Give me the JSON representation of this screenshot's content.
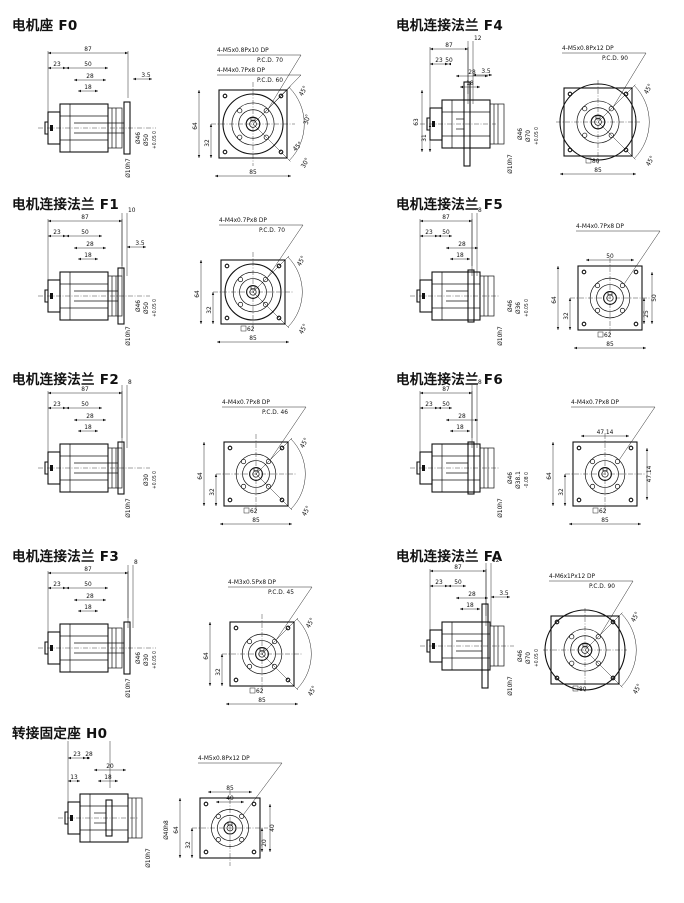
{
  "sections": [
    {
      "id": "f0",
      "title": "电机座 F0",
      "side": {
        "len_total": "87",
        "len_a": "23",
        "len_b": "50",
        "len_c": "28",
        "len_d": "18",
        "right": "3.5",
        "shaft": "Ø10h7",
        "dia1": "Ø46",
        "dia2": "Ø50",
        "tol": "+0.05 0"
      },
      "front": {
        "note1": "4-M5x0.8Px10 DP",
        "pcd1": "P.C.D. 70",
        "note2": "4-M4x0.7Px8 DP",
        "pcd2": "P.C.D. 60",
        "h_total": "64",
        "h_half": "32",
        "w_total": "85",
        "ang1": "45°",
        "ang2": "30°",
        "ang3": "30°",
        "ang4": "45°",
        "box": ""
      }
    },
    {
      "id": "f4",
      "title": "电机连接法兰 F4",
      "side": {
        "len_total": "87",
        "len_a": "23",
        "len_b": "50",
        "len_c": "28",
        "len_d": "18",
        "top_right": "12",
        "right": "3.5",
        "shaft": "Ø10h7",
        "dia1": "Ø46",
        "dia2": "Ø70",
        "tol": "+0.05 0",
        "h1": "63",
        "h2": "31"
      },
      "front": {
        "note1": "4-M5x0.8Px12 DP",
        "pcd1": "P.C.D. 90",
        "box": "80",
        "w_total": "85",
        "ang1": "45°",
        "ang2": "45°"
      }
    },
    {
      "id": "f1",
      "title": "电机连接法兰 F1",
      "side": {
        "len_total": "87",
        "len_a": "23",
        "len_b": "50",
        "len_c": "28",
        "len_d": "18",
        "top_right": "10",
        "right": "3.5",
        "shaft": "Ø10h7",
        "dia1": "Ø46",
        "dia2": "Ø50",
        "tol": "+0.05 0"
      },
      "front": {
        "note1": "4-M4x0.7Px8 DP",
        "pcd1": "P.C.D. 70",
        "h_total": "64",
        "h_half": "32",
        "box": "62",
        "w_total": "85",
        "ang1": "45°",
        "ang2": "45°"
      }
    },
    {
      "id": "f5",
      "title": "电机连接法兰 F5",
      "side": {
        "len_total": "87",
        "len_a": "23",
        "len_b": "50",
        "len_c": "28",
        "len_d": "18",
        "top_right": "8",
        "shaft": "Ø10h7",
        "dia1": "Ø46",
        "dia2": "Ø36",
        "tol": "+0.05 0"
      },
      "front": {
        "note1": "4-M4x0.7Px8 DP",
        "top": "50",
        "right1": "50",
        "right2": "25",
        "h_total": "64",
        "h_half": "32",
        "box": "62",
        "w_total": "85"
      }
    },
    {
      "id": "f2",
      "title": "电机连接法兰 F2",
      "side": {
        "len_total": "87",
        "len_a": "23",
        "len_b": "50",
        "len_c": "28",
        "len_d": "18",
        "top_right": "8",
        "shaft": "Ø10h7",
        "dia2": "Ø30",
        "tol": "+0.05 0"
      },
      "front": {
        "note1": "4-M4x0.7Px8 DP",
        "pcd1": "P.C.D. 46",
        "h_total": "64",
        "h_half": "32",
        "box": "62",
        "w_total": "85",
        "ang1": "45°",
        "ang2": "45°"
      }
    },
    {
      "id": "f6",
      "title": "电机连接法兰 F6",
      "side": {
        "len_total": "87",
        "len_a": "23",
        "len_b": "50",
        "len_c": "28",
        "len_d": "18",
        "top_right": "8",
        "shaft": "Ø10h7",
        "dia1": "Ø46",
        "dia2": "Ø38.1",
        "tol": "-0.08 0"
      },
      "front": {
        "note1": "4-M4x0.7Px8 DP",
        "top": "47.14",
        "right1": "47.14",
        "h_total": "64",
        "h_half": "32",
        "box": "62",
        "w_total": "85"
      }
    },
    {
      "id": "f3",
      "title": "电机连接法兰 F3",
      "side": {
        "len_total": "87",
        "len_a": "23",
        "len_b": "50",
        "len_c": "28",
        "len_d": "18",
        "top_right": "8",
        "shaft": "Ø10h7",
        "dia1": "Ø46",
        "dia2": "Ø30",
        "tol": "+0.05 0"
      },
      "front": {
        "note1": "4-M3x0.5Px8 DP",
        "pcd1": "P.C.D. 45",
        "h_total": "64",
        "h_half": "32",
        "box": "62",
        "w_total": "85",
        "ang1": "45°",
        "ang2": "45°"
      }
    },
    {
      "id": "fa",
      "title": "电机连接法兰 FA",
      "side": {
        "len_total": "87",
        "len_a": "23",
        "len_b": "50",
        "len_c": "28",
        "len_d": "18",
        "top_right": "12",
        "right": "3.5",
        "shaft": "Ø10h7",
        "dia1": "Ø46",
        "dia2": "Ø70",
        "tol": "+0.05 0"
      },
      "front": {
        "note1": "4-M6x1Px12 DP",
        "pcd1": "P.C.D. 90",
        "box": "80",
        "ang1": "45°",
        "ang2": "45°"
      }
    },
    {
      "id": "h0",
      "title": "转接固定座 H0",
      "side": {
        "len_a": "23",
        "len_b": "28",
        "len_c": "20",
        "len_e": "13",
        "len_d": "18",
        "shaft": "Ø10h7",
        "dia2": "Ø40h8"
      },
      "front": {
        "note1": "4-M5x0.8Px12 DP",
        "top": "85",
        "top2": "40",
        "h_total": "64",
        "h_half": "32",
        "right1": "40",
        "right2": "20"
      }
    }
  ]
}
